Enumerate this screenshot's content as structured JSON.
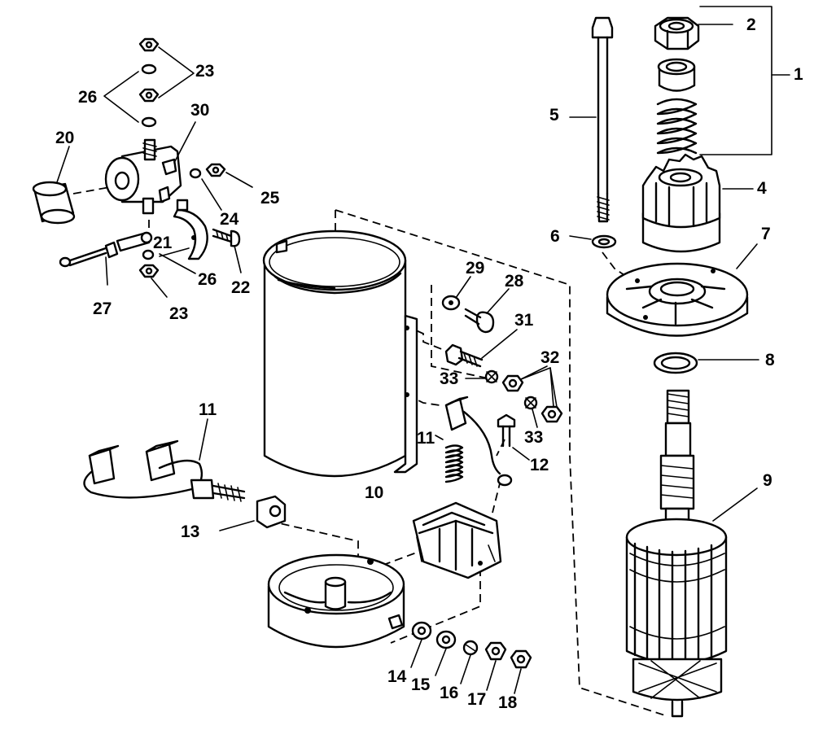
{
  "labels": {
    "l1": "1",
    "l2": "2",
    "l4": "4",
    "l5": "5",
    "l6": "6",
    "l7": "7",
    "l8": "8",
    "l9": "9",
    "l10": "10",
    "l11a": "11",
    "l11b": "11",
    "l12": "12",
    "l13": "13",
    "l14": "14",
    "l15": "15",
    "l16": "16",
    "l17": "17",
    "l18": "18",
    "l20": "20",
    "l21": "21",
    "l22": "22",
    "l23a": "23",
    "l23b": "23",
    "l24": "24",
    "l25": "25",
    "l26a": "26",
    "l26b": "26",
    "l27": "27",
    "l28": "28",
    "l29": "29",
    "l30": "30",
    "l31": "31",
    "l32": "32",
    "l33a": "33",
    "l33b": "33"
  }
}
